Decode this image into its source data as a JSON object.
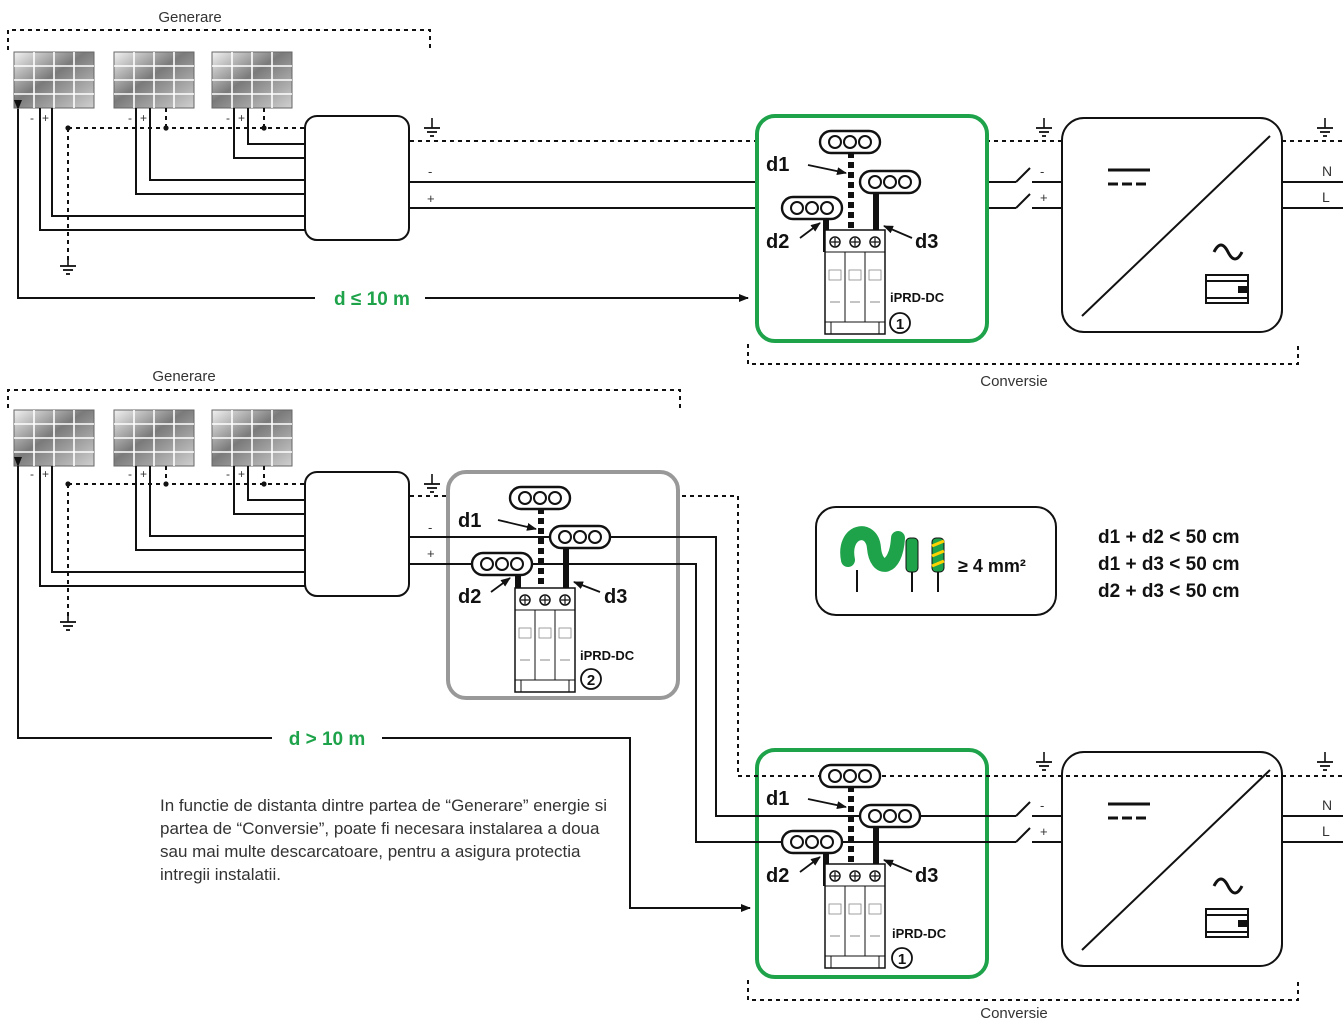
{
  "labels": {
    "generare": "Generare",
    "conversie": "Conversie",
    "minus": "-",
    "plus": "+",
    "neutral": "N",
    "line": "L",
    "d1": "d1",
    "d2": "d2",
    "d3": "d3",
    "spd": "iPRD-DC",
    "spd_num_1": "1",
    "spd_num_2": "2"
  },
  "top": {
    "distance": "d ≤ 10 m"
  },
  "bottom": {
    "distance": "d > 10 m"
  },
  "legend": {
    "section": "≥ 4 mm²",
    "rule_1": "d1 + d2 < 50 cm",
    "rule_2": "d1 + d3 < 50 cm",
    "rule_3": "d2 + d3 < 50 cm"
  },
  "note": {
    "text": "In functie de distanta dintre partea de “Generare” energie si partea de “Conversie”, poate fi necesara instalarea a doua sau mai multe descarcatoare, pentru a asigura protectia intregii instalatii."
  },
  "colors": {
    "accent_green": "#1ea34a",
    "box_grey": "#999999",
    "line": "#111111"
  }
}
